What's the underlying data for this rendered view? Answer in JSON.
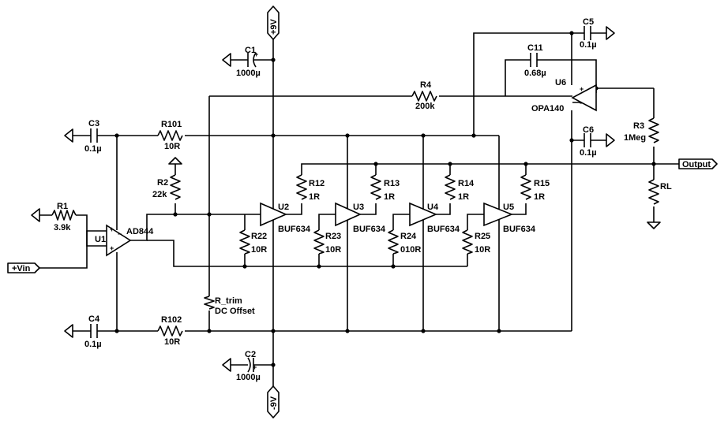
{
  "supplies": {
    "vpos": "+9V",
    "vneg": "-9V"
  },
  "ports": {
    "input": "+Vin",
    "output": "Output"
  },
  "components": {
    "C1": {
      "ref": "C1",
      "value": "1000µ"
    },
    "C2": {
      "ref": "C2",
      "value": "1000µ"
    },
    "C3": {
      "ref": "C3",
      "value": "0.1µ"
    },
    "C4": {
      "ref": "C4",
      "value": "0.1µ"
    },
    "C5": {
      "ref": "C5",
      "value": "0.1µ"
    },
    "C6": {
      "ref": "C6",
      "value": "0.1µ"
    },
    "C11": {
      "ref": "C11",
      "value": "0.68µ"
    },
    "R1": {
      "ref": "R1",
      "value": "3.9k"
    },
    "R2": {
      "ref": "R2",
      "value": "22k"
    },
    "R3": {
      "ref": "R3",
      "value": "1Meg"
    },
    "R4": {
      "ref": "R4",
      "value": "200k"
    },
    "R101": {
      "ref": "R101",
      "value": "10R"
    },
    "R102": {
      "ref": "R102",
      "value": "10R"
    },
    "R12": {
      "ref": "R12",
      "value": "1R"
    },
    "R13": {
      "ref": "R13",
      "value": "1R"
    },
    "R14": {
      "ref": "R14",
      "value": "1R"
    },
    "R15": {
      "ref": "R15",
      "value": "1R"
    },
    "R22": {
      "ref": "R22",
      "value": "10R"
    },
    "R23": {
      "ref": "R23",
      "value": "10R"
    },
    "R24": {
      "ref": "R24",
      "value": "010R"
    },
    "R25": {
      "ref": "R25",
      "value": "10R"
    },
    "RL": {
      "ref": "RL"
    },
    "Rtrim": {
      "ref": "R_trim",
      "value": "DC Offset"
    },
    "U1": {
      "ref": "U1",
      "part": "AD844"
    },
    "U2": {
      "ref": "U2",
      "part": "BUF634"
    },
    "U3": {
      "ref": "U3",
      "part": "BUF634"
    },
    "U4": {
      "ref": "U4",
      "part": "BUF634"
    },
    "U5": {
      "ref": "U5",
      "part": "BUF634"
    },
    "U6": {
      "ref": "U6",
      "part": "OPA140"
    }
  },
  "pins": {
    "plus": "+",
    "minus": "−"
  }
}
